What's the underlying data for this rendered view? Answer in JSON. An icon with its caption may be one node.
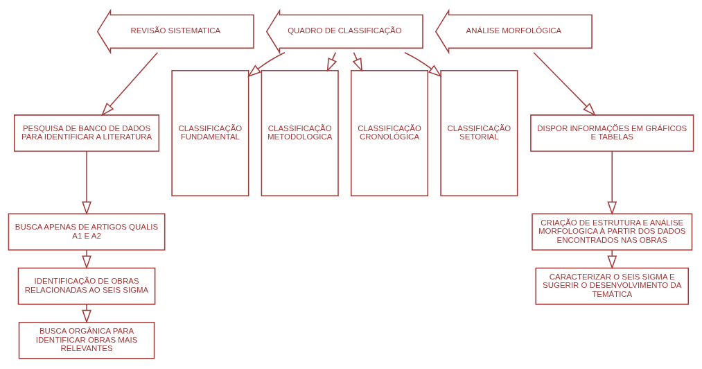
{
  "diagram": {
    "nodes": [
      {
        "text": [
          "REVISÃO SISTEMATICA"
        ]
      },
      {
        "text": [
          "PESQUISA DE BANCO DE DADOS PARA IDENTIFICAR A LITERATURA"
        ]
      },
      {
        "text": [
          "BUSCA APENAS DE ARTIGOS QUALIS A1 E A2"
        ]
      },
      {
        "text": [
          "IDENTIFICAÇÃO DE OBRAS RELACIONADAS AO SEIS SIGMA"
        ]
      },
      {
        "text": [
          "BUSCA ORGÂNICA PARA IDENTIFICAR OBRAS MAIS RELEVANTES"
        ]
      },
      {
        "text": [
          "QUADRO DE CLASSIFICAÇÃO"
        ]
      },
      {
        "text": [
          "CLASSIFICAÇÃO FUNDAMENTAL"
        ]
      },
      {
        "text": [
          "CLASSIFICAÇÃO METODOLOGICA"
        ]
      },
      {
        "text": [
          "CLASSIFICAÇÃO CRONOLÓGICA"
        ]
      },
      {
        "text": [
          "CLASSIFICAÇÃO SETORIAL"
        ]
      },
      {
        "text": [
          "ANÁLISE MORFOLÓGICA"
        ]
      },
      {
        "text": [
          "DISPOR INFORMAÇÕES EM GRÁFICOS E TABELAS"
        ]
      },
      {
        "text": [
          "CRIAÇÃO DE ESTRUTURA E ANÁLISE MORFOLOGICA À PARTIR DOS DADOS ENCONTRADOS NAS OBRAS"
        ]
      },
      {
        "text": [
          "CARACTERIZAR O SEIS SIGMA E SUGERIR O DESENVOLVIMENTO DA TEMÁTICA"
        ]
      }
    ],
    "edges": [
      {
        "from": 0,
        "to": 1,
        "arrow": "to"
      },
      {
        "from": 1,
        "to": 2,
        "arrow": "to"
      },
      {
        "from": 2,
        "to": 3,
        "arrow": "to"
      },
      {
        "from": 3,
        "to": 4,
        "arrow": "to"
      },
      {
        "from": 5,
        "to": 6,
        "arrow": "to"
      },
      {
        "from": 5,
        "to": 7,
        "arrow": "to"
      },
      {
        "from": 5,
        "to": 8,
        "arrow": "to"
      },
      {
        "from": 5,
        "to": 9,
        "arrow": "to"
      },
      {
        "from": 10,
        "to": 11,
        "arrow": "to"
      },
      {
        "from": 11,
        "to": 12,
        "arrow": "to"
      },
      {
        "from": 12,
        "to": 13,
        "arrow": "to"
      }
    ]
  }
}
